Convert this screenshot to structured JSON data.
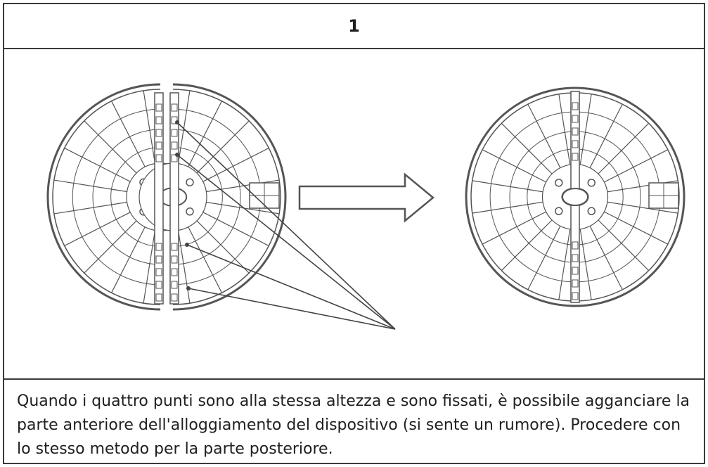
{
  "step": {
    "number": "1"
  },
  "caption": {
    "text": "Quando i quattro punti sono alla stessa altezza e sono fissati, è possibile agganciare la parte anteriore dell'alloggiamento del dispositivo (si sente un rumore). Procedere con lo stesso metodo per la parte posteriore."
  },
  "figure": {
    "left_part": "housing-halves-separated",
    "right_part": "housing-assembled",
    "arrow": "right-arrow",
    "pointer_count": 4
  }
}
